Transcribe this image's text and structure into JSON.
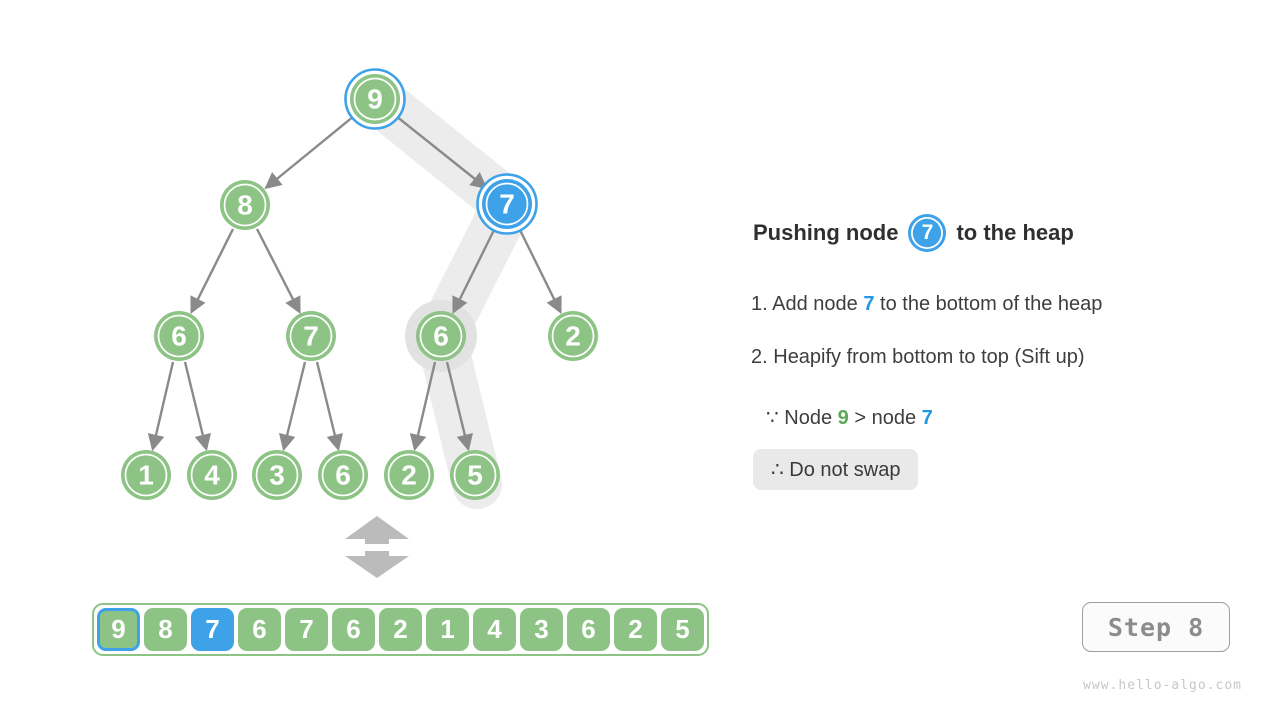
{
  "figure": {
    "title": {
      "prefix": "Pushing node",
      "node_value": "7",
      "suffix": "to the heap"
    },
    "steps": [
      {
        "marker": "1.",
        "before": " Add node ",
        "highlight": "7",
        "after": " to the bottom of the heap"
      },
      {
        "marker": "2.",
        "before": " Heapify from bottom to top (Sift up)",
        "highlight": "",
        "after": ""
      }
    ],
    "because": {
      "symbol": "∵",
      "before": " Node ",
      "green_value": "9",
      "middle": " > node ",
      "blue_value": "7"
    },
    "conclusion": {
      "symbol": "∴",
      "text": " Do not swap"
    }
  },
  "tree": {
    "values": [
      "9",
      "8",
      "7",
      "6",
      "7",
      "6",
      "2",
      "1",
      "4",
      "3",
      "6",
      "2",
      "5"
    ],
    "highlighted_blue_nodes": [
      "root 9 (ring)",
      "child 7 (filled)"
    ],
    "sift_path": [
      "9",
      "7",
      "6",
      "5"
    ]
  },
  "array": {
    "values": [
      "9",
      "8",
      "7",
      "6",
      "7",
      "6",
      "2",
      "1",
      "4",
      "3",
      "6",
      "2",
      "5"
    ],
    "blue_border_index": 0,
    "blue_fill_index": 2
  },
  "step_indicator": {
    "label": "Step 8"
  },
  "watermark": "www.hello-algo.com",
  "colors": {
    "node_green": "#8DC485",
    "node_blue": "#3EA2E9",
    "edge_gray": "#8A8A8A",
    "path_highlight": "#ECECEC",
    "text_green": "#5BA957",
    "text_blue": "#2196E5",
    "box_gray": "#E9E9E9"
  }
}
